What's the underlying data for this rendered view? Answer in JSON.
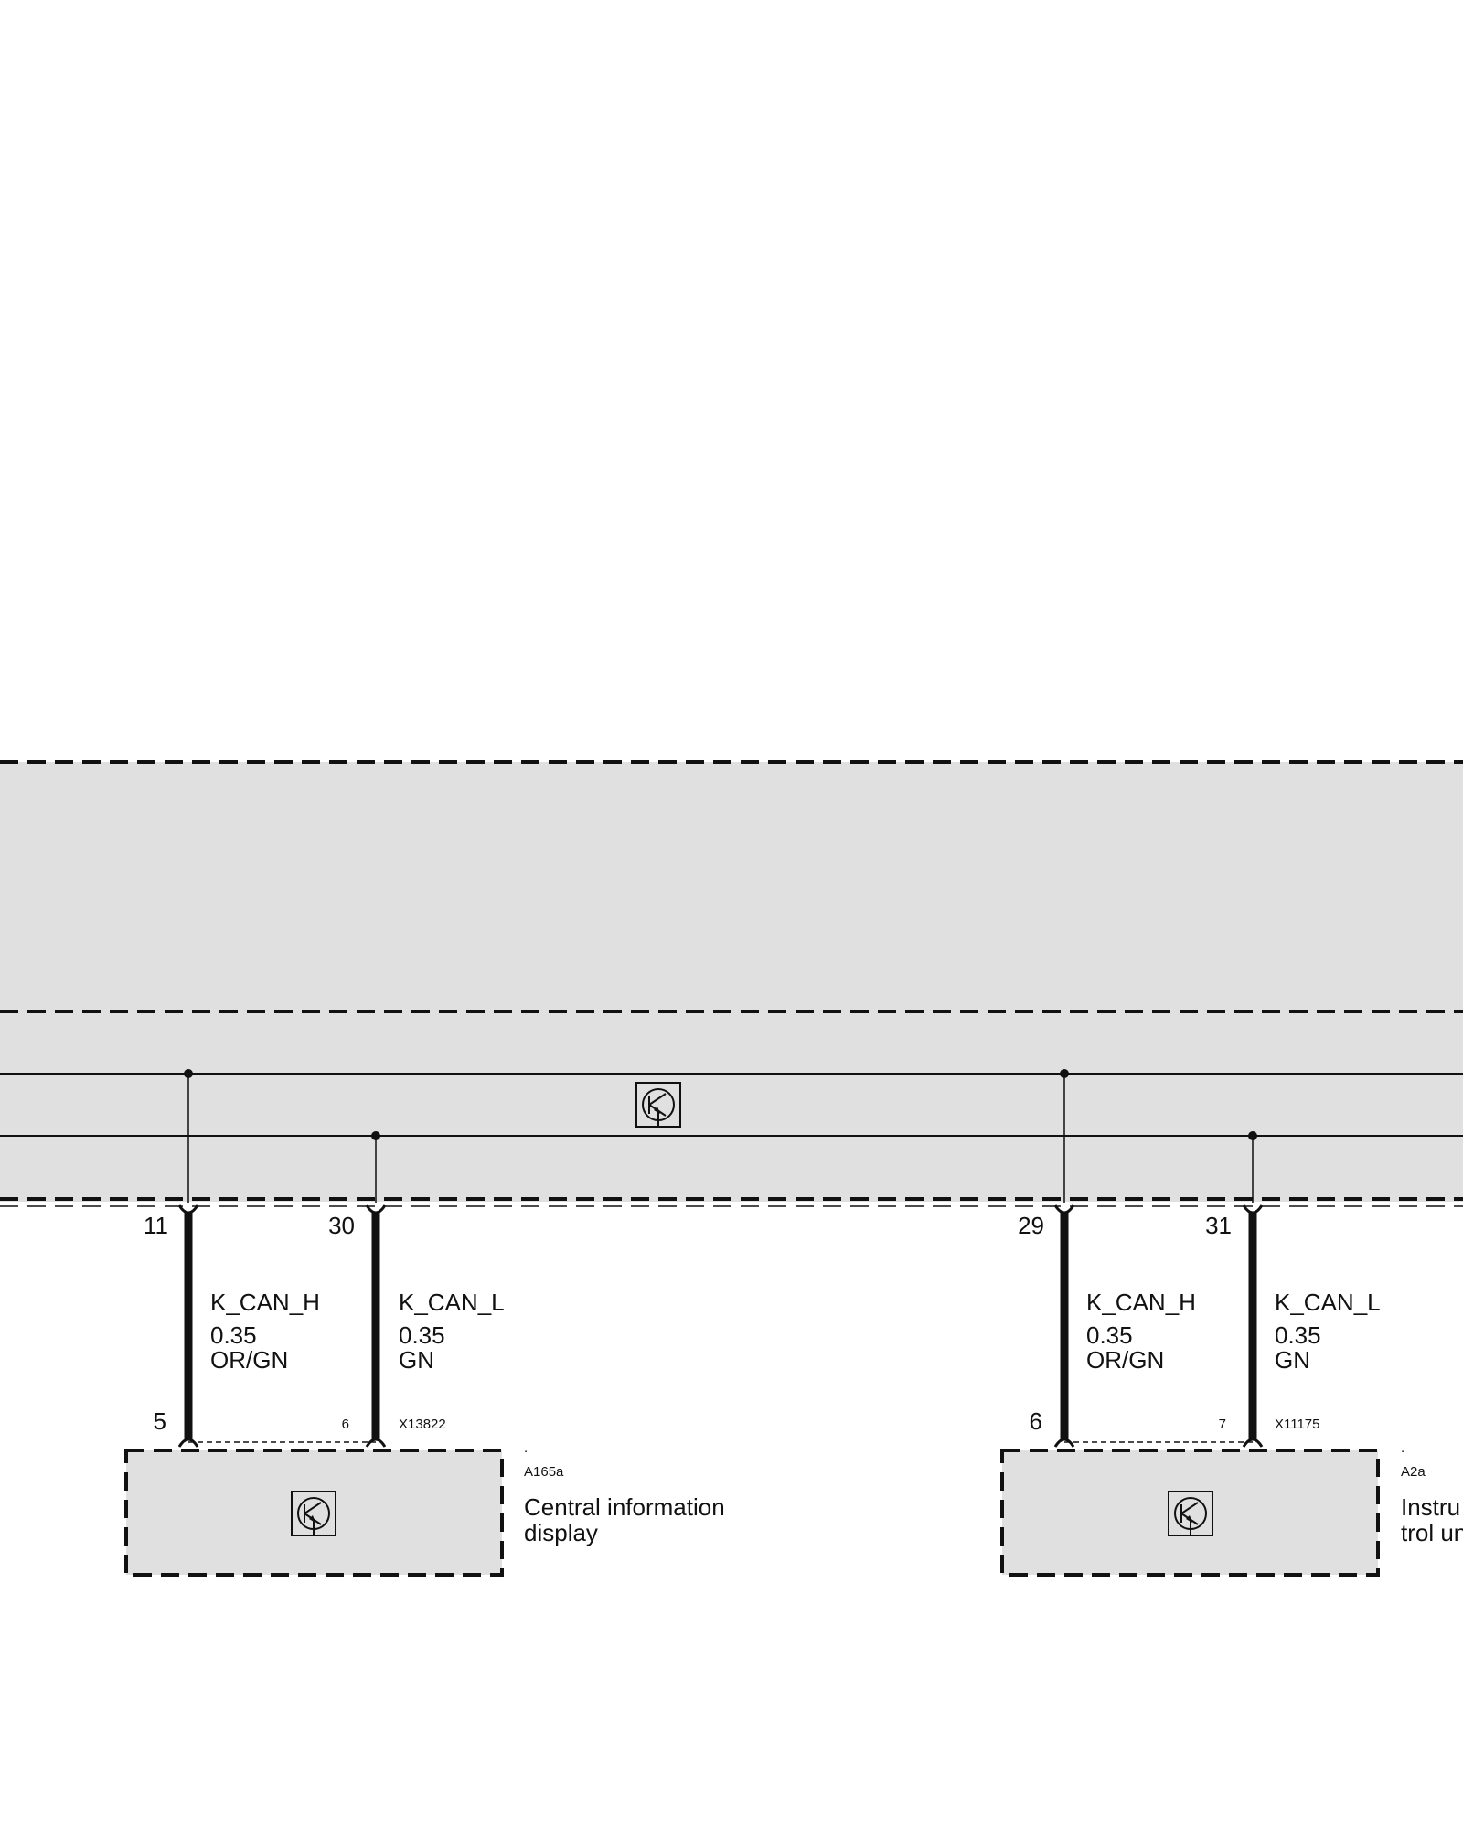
{
  "diagram": {
    "colors": {
      "module_fill": "#e0e0e0",
      "line": "#111111",
      "background": "#ffffff"
    },
    "top_module": {
      "icon": "can-bus-transceiver-icon"
    },
    "wires": [
      {
        "top_pin": "11",
        "bottom_pin": "5",
        "signal": "K_CAN_H",
        "gauge": "0.35",
        "color": "OR/GN"
      },
      {
        "top_pin": "30",
        "bottom_pin": "6",
        "signal": "K_CAN_L",
        "gauge": "0.35",
        "color": "GN"
      },
      {
        "top_pin": "29",
        "bottom_pin": "6",
        "signal": "K_CAN_H",
        "gauge": "0.35",
        "color": "OR/GN"
      },
      {
        "top_pin": "31",
        "bottom_pin": "7",
        "signal": "K_CAN_L",
        "gauge": "0.35",
        "color": "GN"
      }
    ],
    "components": [
      {
        "connector": "X13822",
        "dot": ".",
        "code": "A165a",
        "name_line1": "Central information",
        "name_line2": "display",
        "icon": "can-bus-transceiver-icon"
      },
      {
        "connector": "X11175",
        "dot": ".",
        "code": "A2a",
        "name_line1": "Instru",
        "name_line2": "trol un",
        "icon": "can-bus-transceiver-icon"
      }
    ]
  }
}
